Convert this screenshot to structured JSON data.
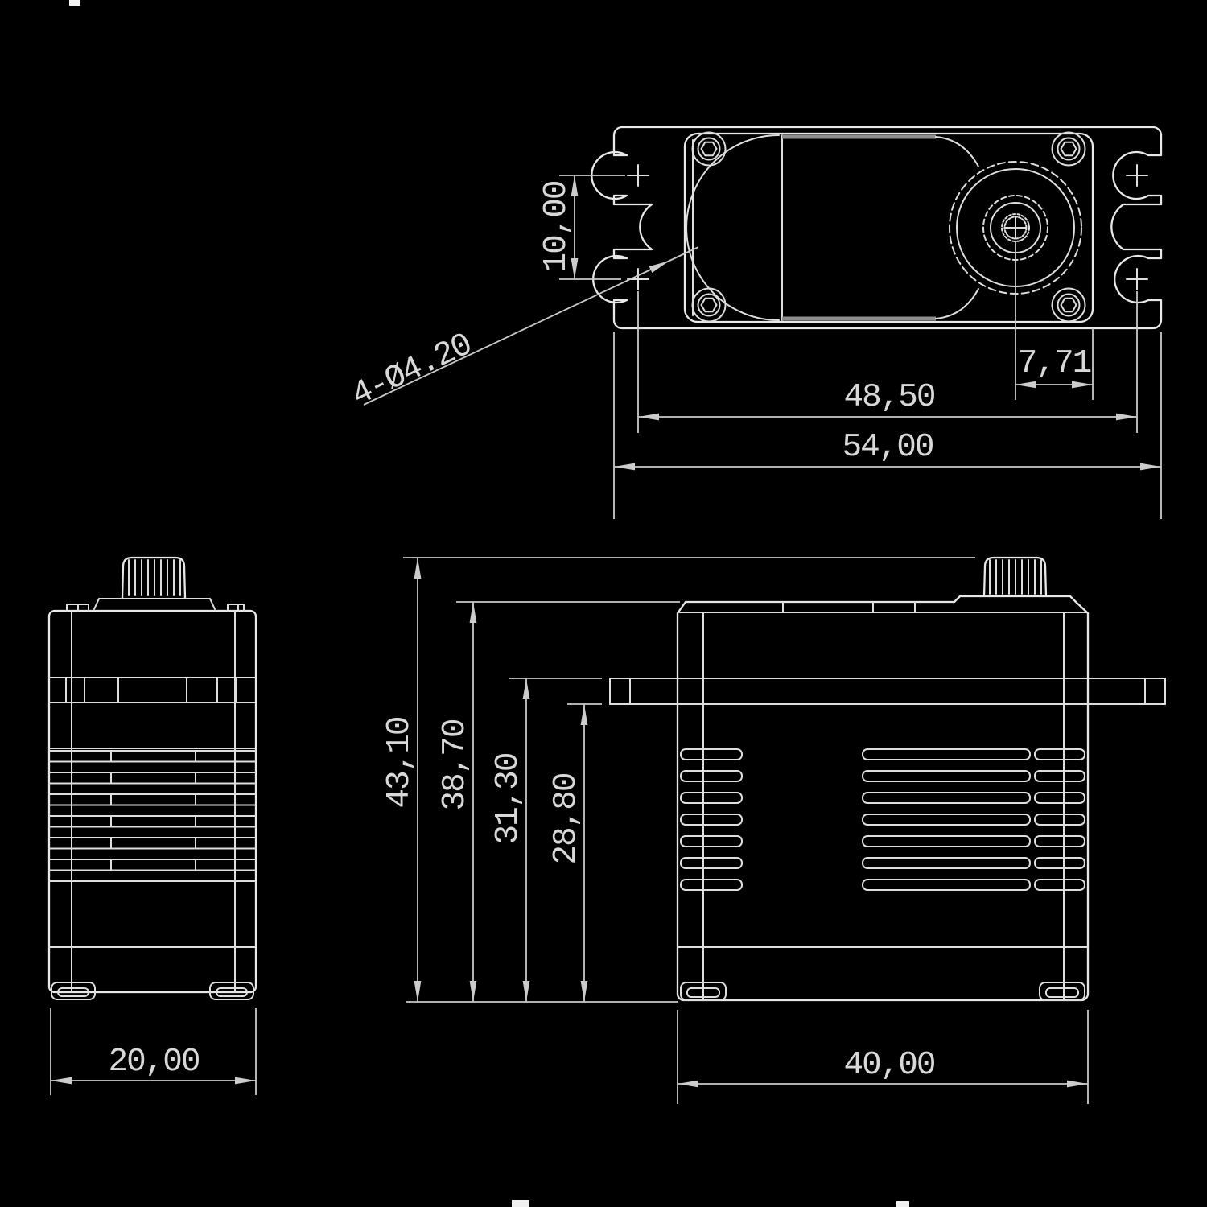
{
  "drawing": {
    "kind": "servo-motor-dimension-drawing",
    "background": "#000000",
    "line_color": "#e8e8e8",
    "dim_line_color": "#c9c9c9",
    "text_color": "#d8d8d8",
    "views": {
      "top": {
        "labels": {
          "hole_spacing": "10,00",
          "mounting_holes": "4-Ø4.20",
          "shaft_offset": "7,71",
          "hole_span": "48,50",
          "overall_width": "54,00"
        }
      },
      "side": {
        "labels": {
          "body_depth": "20,00"
        }
      },
      "front": {
        "labels": {
          "overall_height": "43,10",
          "case_height": "38,70",
          "flange_top_height": "31,30",
          "flange_bottom_height": "28,80",
          "body_width": "40,00"
        }
      }
    }
  }
}
